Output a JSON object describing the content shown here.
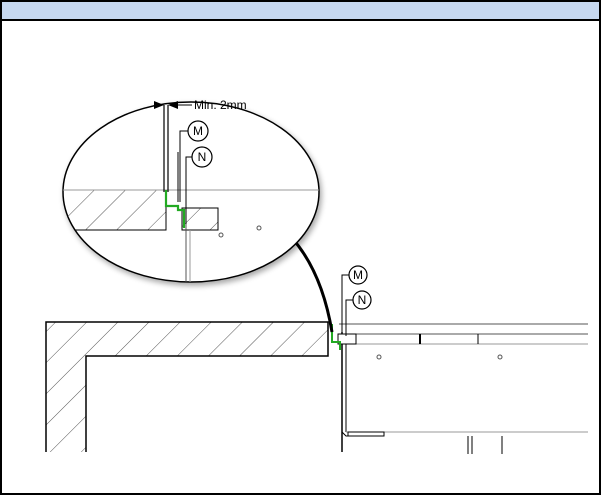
{
  "dimension": {
    "text": "Min. 2mm"
  },
  "callouts": {
    "detail_m": "M",
    "detail_n": "N",
    "main_m": "M",
    "main_n": "N"
  },
  "colors": {
    "header": "#c6d8f0",
    "seal": "#22aa22",
    "line": "#000000",
    "hatch": "#555555"
  }
}
